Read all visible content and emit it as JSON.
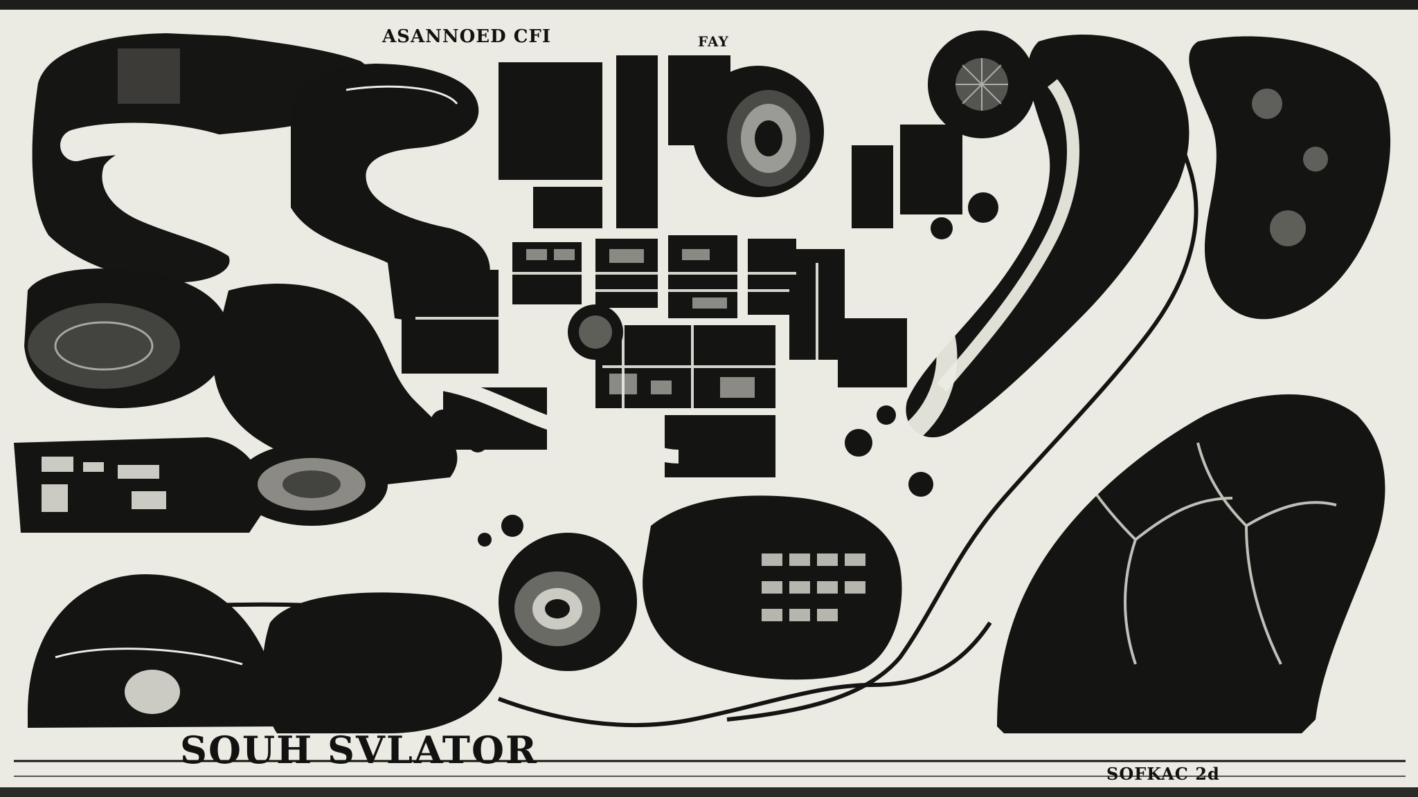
{
  "map": {
    "title": "SOUH SVLATOR",
    "header": "ASANNOED CFI",
    "corner_mark": "FAY",
    "stamp": "SOFKAC 2d",
    "palette": {
      "ink": "#121211",
      "paper": "#ecebe3"
    }
  }
}
